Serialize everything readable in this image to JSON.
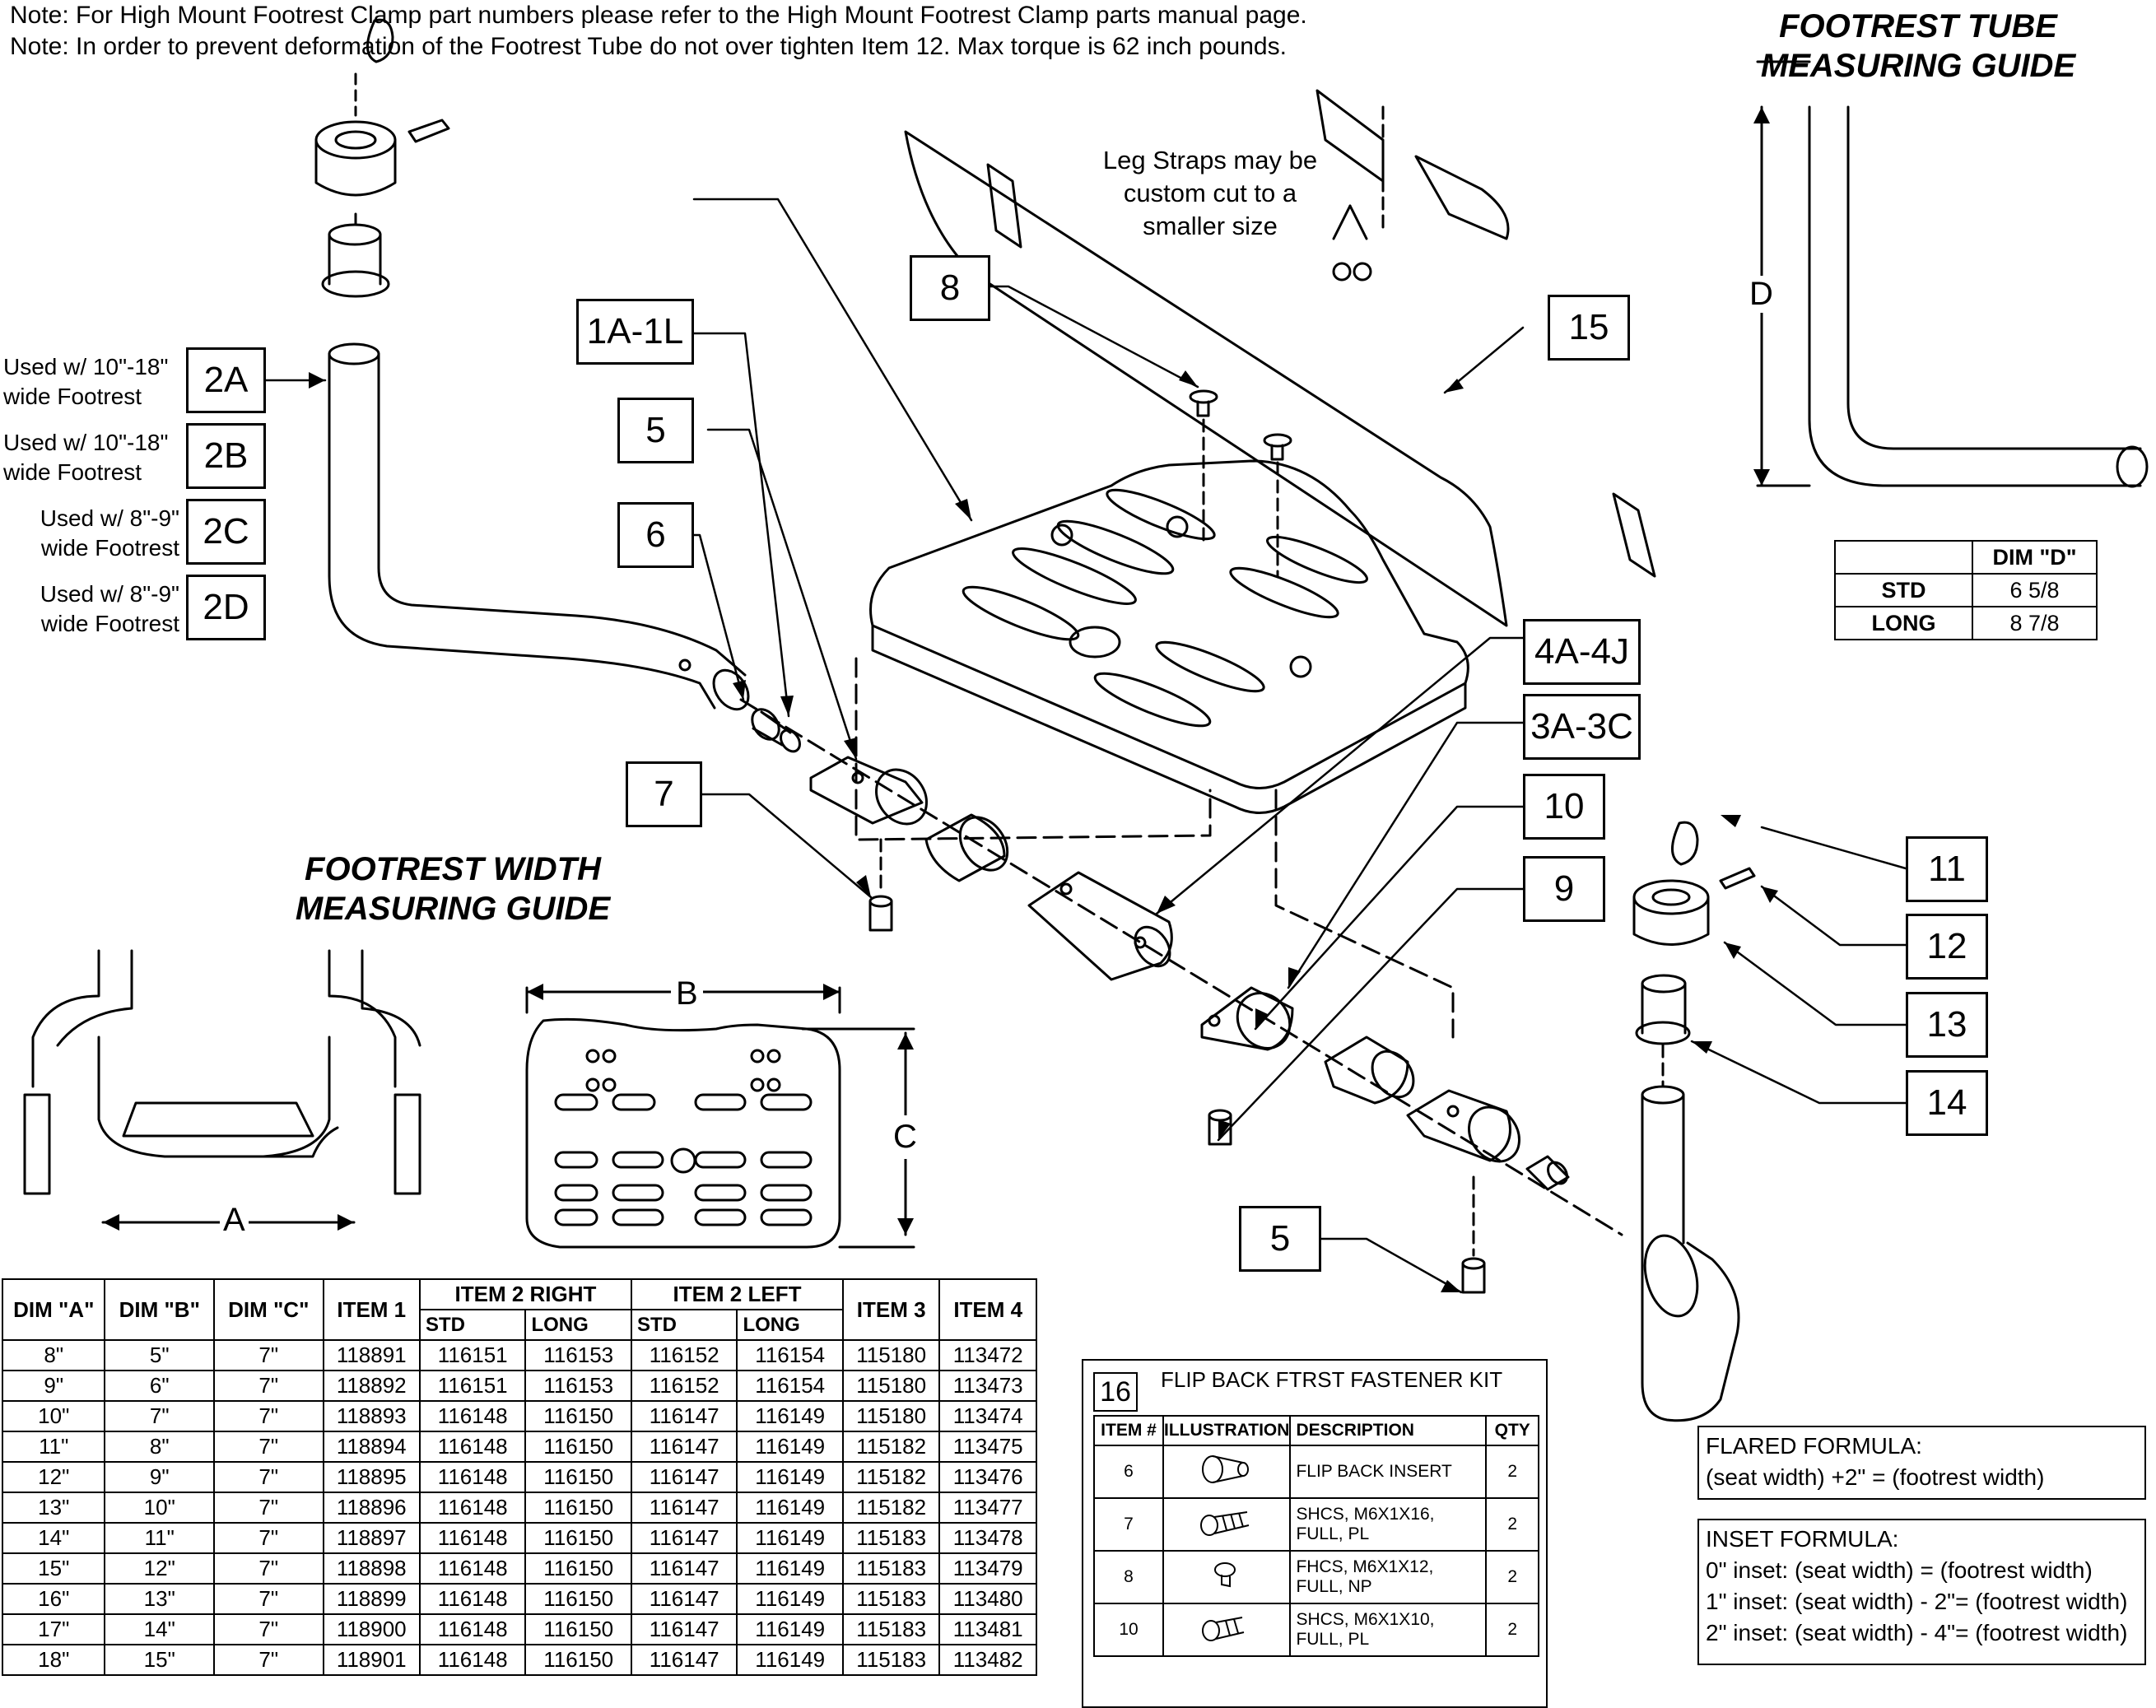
{
  "notes": [
    "Note: For High Mount Footrest Clamp part numbers please refer to the High Mount Footrest Clamp parts manual page.",
    "Note: In order to prevent deformation of the Footrest Tube do not over tighten Item 12. Max torque is 62 inch pounds."
  ],
  "tube_guide": {
    "title_line1": "FOOTREST TUBE",
    "title_line2": "MEASURING GUIDE",
    "dim_label": "D",
    "table": {
      "header": [
        "",
        "DIM \"D\""
      ],
      "rows": [
        [
          "STD",
          "6 5/8"
        ],
        [
          "LONG",
          "8 7/8"
        ]
      ]
    }
  },
  "width_guide": {
    "title_line1": "FOOTREST WIDTH",
    "title_line2": "MEASURING GUIDE",
    "dim_a": "A",
    "dim_b": "B",
    "dim_c": "C"
  },
  "leg_straps_note": [
    "Leg Straps may be",
    "custom cut  to a",
    "smaller size"
  ],
  "callouts": {
    "c2a": "2A",
    "c2b": "2B",
    "c2c": "2C",
    "c2d": "2D",
    "c1a": "1A-1L",
    "c5a": "5",
    "c6": "6",
    "c7": "7",
    "c8": "8",
    "c15": "15",
    "c4a": "4A-4J",
    "c3a": "3A-3C",
    "c10": "10",
    "c9": "9",
    "c11": "11",
    "c12": "12",
    "c13": "13",
    "c14": "14",
    "c5b": "5"
  },
  "used_with": [
    [
      "Used w/ 10\"-18\"",
      "wide Footrest"
    ],
    [
      "Used w/ 10\"-18\"",
      "wide Footrest"
    ],
    [
      "Used w/ 8\"-9\"",
      "wide Footrest"
    ],
    [
      "Used w/ 8\"-9\"",
      "wide Footrest"
    ]
  ],
  "main_table": {
    "headers": [
      "DIM \"A\"",
      "DIM \"B\"",
      "DIM \"C\"",
      "ITEM 1",
      "ITEM 2 RIGHT",
      "ITEM 2 LEFT",
      "ITEM 3",
      "ITEM 4"
    ],
    "subheaders": [
      "STD",
      "LONG",
      "STD",
      "LONG"
    ],
    "rows": [
      [
        "8\"",
        "5\"",
        "7\"",
        "118891",
        "116151",
        "116153",
        "116152",
        "116154",
        "115180",
        "113472"
      ],
      [
        "9\"",
        "6\"",
        "7\"",
        "118892",
        "116151",
        "116153",
        "116152",
        "116154",
        "115180",
        "113473"
      ],
      [
        "10\"",
        "7\"",
        "7\"",
        "118893",
        "116148",
        "116150",
        "116147",
        "116149",
        "115180",
        "113474"
      ],
      [
        "11\"",
        "8\"",
        "7\"",
        "118894",
        "116148",
        "116150",
        "116147",
        "116149",
        "115182",
        "113475"
      ],
      [
        "12\"",
        "9\"",
        "7\"",
        "118895",
        "116148",
        "116150",
        "116147",
        "116149",
        "115182",
        "113476"
      ],
      [
        "13\"",
        "10\"",
        "7\"",
        "118896",
        "116148",
        "116150",
        "116147",
        "116149",
        "115182",
        "113477"
      ],
      [
        "14\"",
        "11\"",
        "7\"",
        "118897",
        "116148",
        "116150",
        "116147",
        "116149",
        "115183",
        "113478"
      ],
      [
        "15\"",
        "12\"",
        "7\"",
        "118898",
        "116148",
        "116150",
        "116147",
        "116149",
        "115183",
        "113479"
      ],
      [
        "16\"",
        "13\"",
        "7\"",
        "118899",
        "116148",
        "116150",
        "116147",
        "116149",
        "115183",
        "113480"
      ],
      [
        "17\"",
        "14\"",
        "7\"",
        "118900",
        "116148",
        "116150",
        "116147",
        "116149",
        "115183",
        "113481"
      ],
      [
        "18\"",
        "15\"",
        "7\"",
        "118901",
        "116148",
        "116150",
        "116147",
        "116149",
        "115183",
        "113482"
      ]
    ]
  },
  "kit": {
    "number": "16",
    "title": "FLIP BACK FTRST FASTENER KIT",
    "headers": [
      "ITEM #",
      "ILLUSTRATION",
      "DESCRIPTION",
      "QTY"
    ],
    "rows": [
      {
        "item": "6",
        "desc": [
          "FLIP BACK INSERT"
        ],
        "qty": "2"
      },
      {
        "item": "7",
        "desc": [
          "SHCS, M6X1X16,",
          "FULL, PL"
        ],
        "qty": "2"
      },
      {
        "item": "8",
        "desc": [
          "FHCS, M6X1X12,",
          "FULL, NP"
        ],
        "qty": "2"
      },
      {
        "item": "10",
        "desc": [
          "SHCS, M6X1X10,",
          "FULL, PL"
        ],
        "qty": "2"
      }
    ]
  },
  "flared_formula": {
    "title": "FLARED FORMULA:",
    "line": "(seat width) +2\"  = (footrest width)"
  },
  "inset_formula": {
    "title": "INSET FORMULA:",
    "lines": [
      "0\" inset: (seat width)      = (footrest width)",
      "1\" inset: (seat width) - 2\"= (footrest width)",
      "2\" inset: (seat width) - 4\"= (footrest width)"
    ]
  }
}
